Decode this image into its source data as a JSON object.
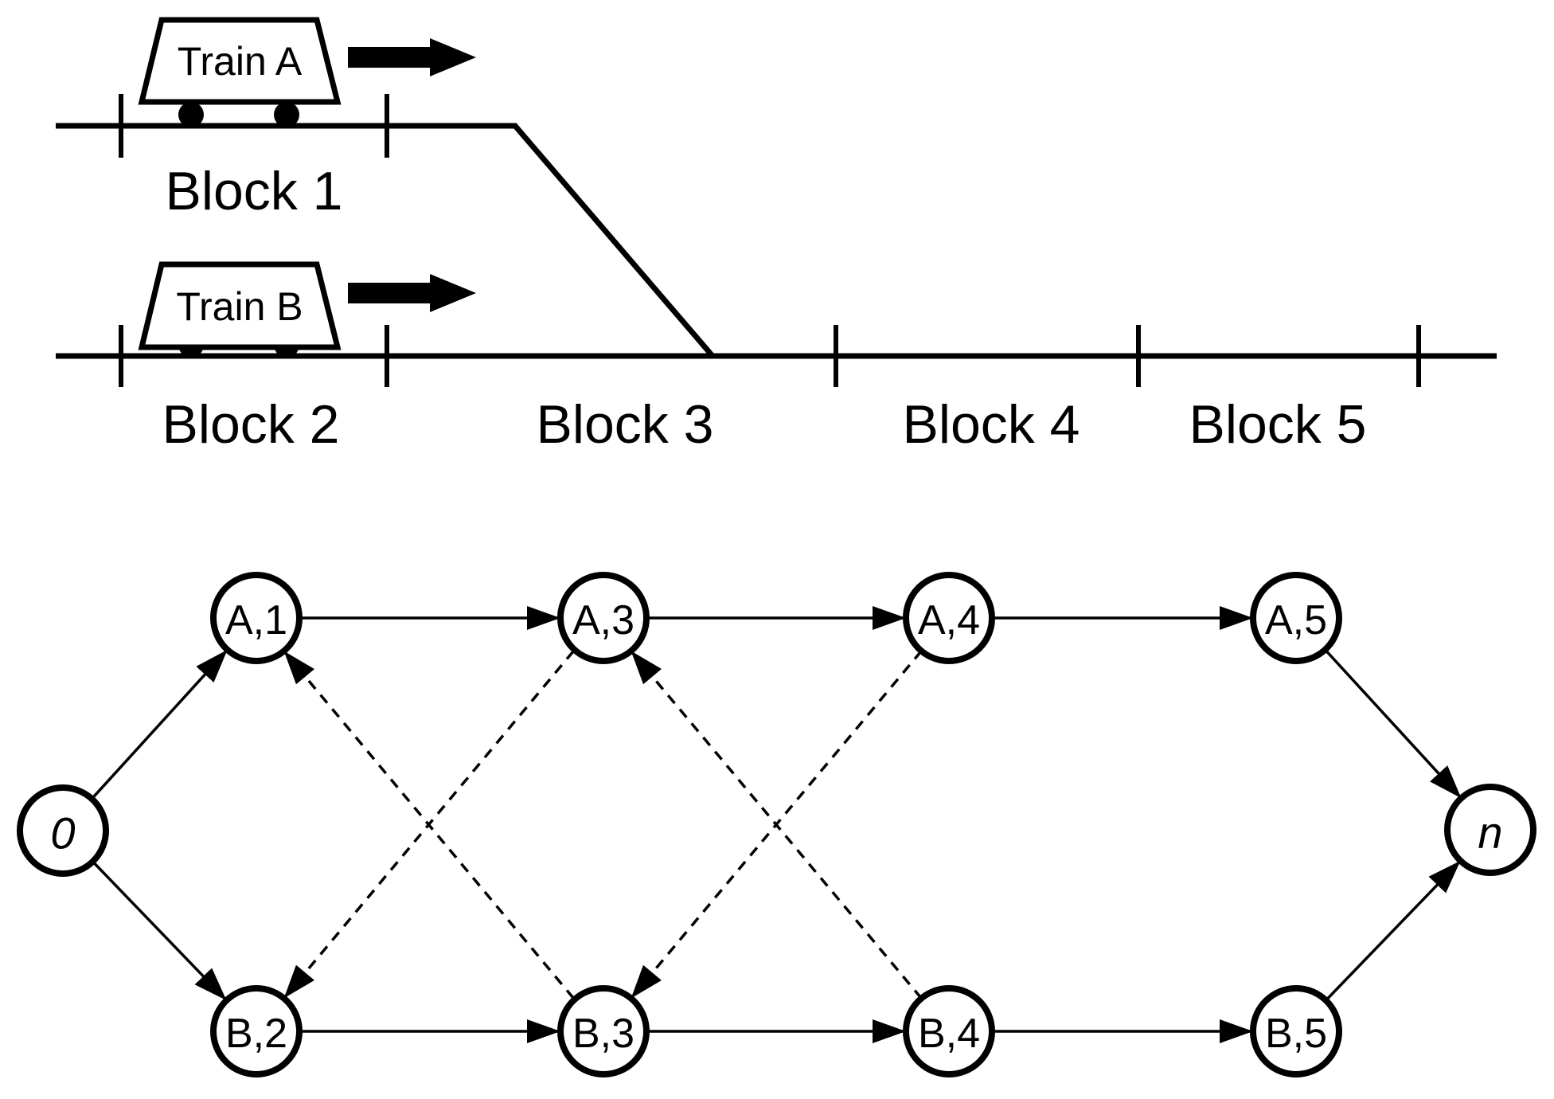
{
  "colors": {
    "ink": "#000000",
    "paper": "#ffffff"
  },
  "track_diagram": {
    "trains": [
      {
        "name": "Train A",
        "on_block": "Block 1",
        "direction": "right"
      },
      {
        "name": "Train B",
        "on_block": "Block 2",
        "direction": "right"
      }
    ],
    "blocks": [
      "Block 1",
      "Block 2",
      "Block 3",
      "Block 4",
      "Block 5"
    ]
  },
  "graph": {
    "nodes": [
      {
        "id": "source",
        "label": "0"
      },
      {
        "id": "A1",
        "label": "A,1"
      },
      {
        "id": "A3",
        "label": "A,3"
      },
      {
        "id": "A4",
        "label": "A,4"
      },
      {
        "id": "A5",
        "label": "A,5"
      },
      {
        "id": "B2",
        "label": "B,2"
      },
      {
        "id": "B3",
        "label": "B,3"
      },
      {
        "id": "B4",
        "label": "B,4"
      },
      {
        "id": "B5",
        "label": "B,5"
      },
      {
        "id": "sink",
        "label": "n"
      }
    ],
    "solid_edges": [
      {
        "from": "0",
        "to": "A,1"
      },
      {
        "from": "0",
        "to": "B,2"
      },
      {
        "from": "A,1",
        "to": "A,3"
      },
      {
        "from": "A,3",
        "to": "A,4"
      },
      {
        "from": "A,4",
        "to": "A,5"
      },
      {
        "from": "A,5",
        "to": "n"
      },
      {
        "from": "B,2",
        "to": "B,3"
      },
      {
        "from": "B,3",
        "to": "B,4"
      },
      {
        "from": "B,4",
        "to": "B,5"
      },
      {
        "from": "B,5",
        "to": "n"
      }
    ],
    "dashed_edges": [
      {
        "from": "A,3",
        "to": "B,2"
      },
      {
        "from": "B,3",
        "to": "A,1"
      },
      {
        "from": "A,4",
        "to": "B,3"
      },
      {
        "from": "B,4",
        "to": "A,3"
      }
    ]
  }
}
